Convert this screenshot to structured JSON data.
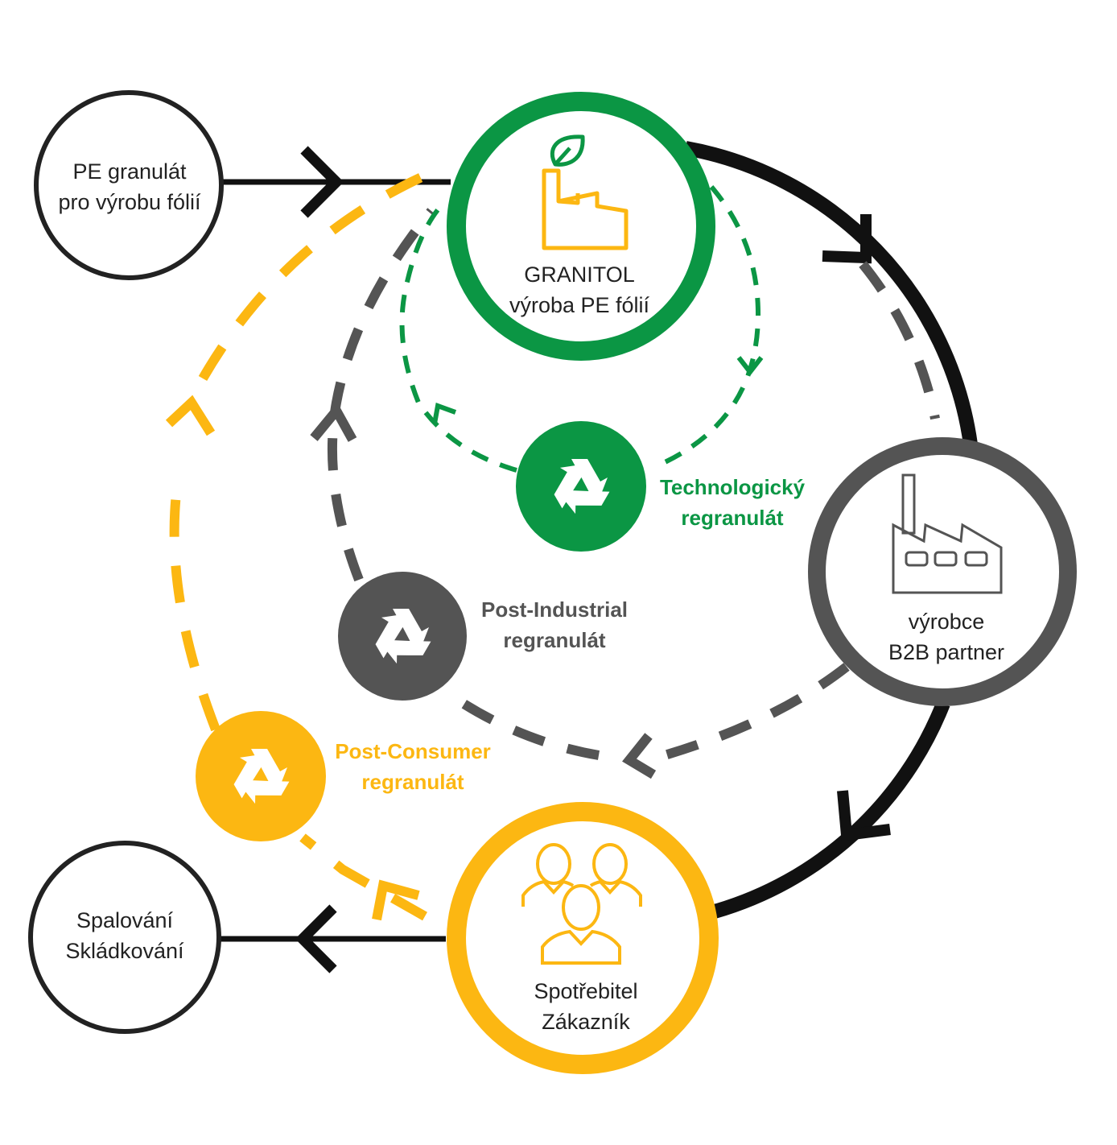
{
  "colors": {
    "green": "#0b9644",
    "gray": "#545454",
    "yellow": "#fcb712",
    "black": "#111111",
    "white": "#ffffff"
  },
  "nodes": {
    "pe_granulate": {
      "line1": "PE granulát",
      "line2": "pro výrobu fólií"
    },
    "granitol": {
      "line1": "GRANITOL",
      "line2": "výroba PE fólií",
      "icon": "factory-leaf-icon"
    },
    "b2b_partner": {
      "line1": "výrobce",
      "line2": "B2B partner",
      "icon": "factory-icon"
    },
    "consumer": {
      "line1": "Spotřebitel",
      "line2": "Zákazník",
      "icon": "people-icon"
    },
    "disposal": {
      "line1": "Spalování",
      "line2": "Skládkování"
    }
  },
  "recycling": {
    "technological": {
      "line1": "Technologický",
      "line2": "regranulát",
      "icon": "recycle-icon"
    },
    "post_industrial": {
      "line1": "Post-Industrial",
      "line2": "regranulát",
      "icon": "recycle-icon"
    },
    "post_consumer": {
      "line1": "Post-Consumer",
      "line2": "regranulát",
      "icon": "recycle-icon"
    }
  }
}
